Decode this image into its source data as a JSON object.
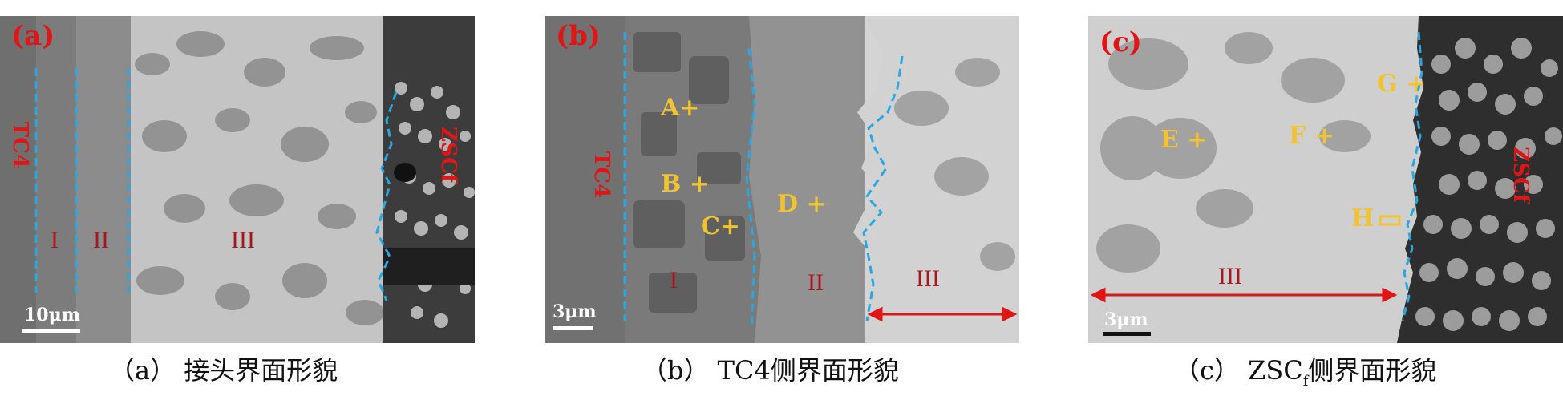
{
  "panels": [
    {
      "letter": "(a)",
      "materials": [
        "TC4",
        "ZSCf"
      ],
      "regions": [
        "I",
        "II",
        "III"
      ],
      "scale_bar": "10μm",
      "caption": {
        "index": "（a）",
        "text": "接头界面形貌"
      }
    },
    {
      "letter": "(b)",
      "materials": [
        "TC4"
      ],
      "regions": [
        "I",
        "II",
        "III"
      ],
      "points": [
        "A+",
        "B +",
        "C+",
        "D +"
      ],
      "scale_bar": "3μm",
      "caption": {
        "index": "（b）",
        "text": "TC4侧界面形貌"
      }
    },
    {
      "letter": "(c)",
      "materials": [
        "ZSCf"
      ],
      "regions": [
        "III"
      ],
      "points": [
        "G +",
        "E +",
        "F +",
        "H"
      ],
      "scale_bar": "3μm",
      "caption": {
        "index": "（c）",
        "text_main": "ZSC",
        "text_sub": "f",
        "text_rest": "侧界面形貌"
      }
    }
  ],
  "colors": {
    "boundary": "#2aa7e0",
    "arrow": "#e01515",
    "label_red": "#e01515",
    "region_label": "#a8151a",
    "point_label": "#f1c232"
  }
}
